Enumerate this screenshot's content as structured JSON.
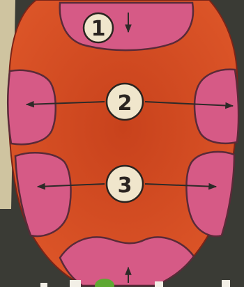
{
  "labels": {
    "zone_1": "1",
    "zone_2": "2",
    "zone_3": "3"
  },
  "colors": {
    "background_dark": "#3a3b35",
    "paper_tan": "#cfc4a0",
    "tongue_orange": "#dc5528",
    "tongue_orange_center": "#c8421c",
    "zone_pink": "#d65a86",
    "zone_outline": "#5a2a38",
    "number_circle_fill": "#f0e6cc",
    "number_text": "#2a2420",
    "arrow": "#2e2a28",
    "bottom_text_green": "#5ea832",
    "bottom_text_white": "#f2efe6"
  }
}
